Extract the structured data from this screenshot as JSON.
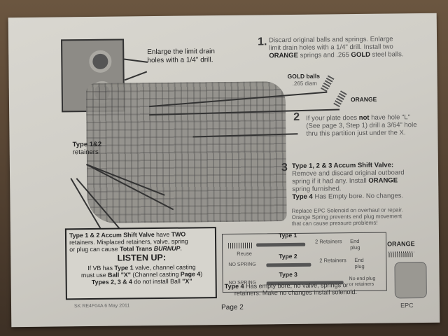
{
  "drain_note": {
    "line1": "Enlarge the limit drain",
    "line2": "holes with a 1/4\" drill."
  },
  "step1": {
    "number": "1.",
    "line1": "Discard original balls and springs. Enlarge",
    "line2": "limit drain holes with a 1/4\" drill. Install two",
    "line3_a": "ORANGE",
    "line3_b": " springs and .265 ",
    "line3_c": "GOLD",
    "line3_d": " steel balls."
  },
  "gold_balls": {
    "label": "GOLD balls",
    "diam": ".265 diam"
  },
  "orange_label": "ORANGE",
  "step2": {
    "number": "2",
    "line1_a": "If your plate does ",
    "line1_b": "not",
    "line1_c": " have hole \"L\"",
    "line2": "(See page 3, Step 1) drill a 3/64\" hole",
    "line3": "thru this partition just under the X."
  },
  "retainers_label": {
    "line1": "Type 1&2",
    "line2": "retainers"
  },
  "step3": {
    "number": "3",
    "title": "Type 1, 2 & 3 Accum Shift Valve:",
    "line1": "Remove and discard original outboard",
    "line2_a": "spring if it had any. Install ",
    "line2_b": "ORANGE",
    "line3": "spring furnished.",
    "line4_a": "Type 4",
    "line4_b": " Has Empty bore. No changes."
  },
  "epc_note": {
    "line1": "Replace EPC Solenoid on overhaul or repair.",
    "line2": "Orange Spring prevents end plug movement",
    "line3": "that can cause pressure problems!"
  },
  "callout": {
    "line1_a": "Type 1 & 2 Accum Shift Valve",
    "line1_b": " have ",
    "line1_c": "TWO",
    "line2": "retainers.  Misplaced retainers, valve, spring",
    "line3_a": "or plug can cause ",
    "line3_b": "Total Trans ",
    "line3_c": "BURNUP",
    "line3_d": ".",
    "heading": "LISTEN UP:",
    "line4_a": "If VB has ",
    "line4_b": "Type 1",
    "line4_c": " valve, channel casting",
    "line5_a": "must use ",
    "line5_b": "Ball \"X\"",
    "line5_c": " (Channel casting ",
    "line5_d": "Page 4",
    "line5_e": ")",
    "line6_a": "Types 2, 3 & 4",
    "line6_b": " do not install Ball ",
    "line6_c": "\"X\""
  },
  "valve_types": {
    "type1": "Type 1",
    "reuse": "Reuse",
    "retainers1": "2 Retainers",
    "end_plug1": "End plug",
    "type2": "Type 2",
    "no_spring2": "NO SPRING",
    "retainers2": "2 Retainers",
    "end_plug2": "End plug",
    "type3": "Type 3",
    "no_spring3": "NO SPRING",
    "no_end_plug": "No end plug",
    "or_retainers": "or retainers",
    "type4_a": "Type 4",
    "type4_b": " Has empty bore, no valve, springs or",
    "type4_c": "retainers.  Make no changes install solenoid."
  },
  "epc": {
    "orange": "ORANGE",
    "label": "EPC"
  },
  "footer": {
    "code": "SK RE4F04A 6 May 2011",
    "page": "Page 2"
  }
}
